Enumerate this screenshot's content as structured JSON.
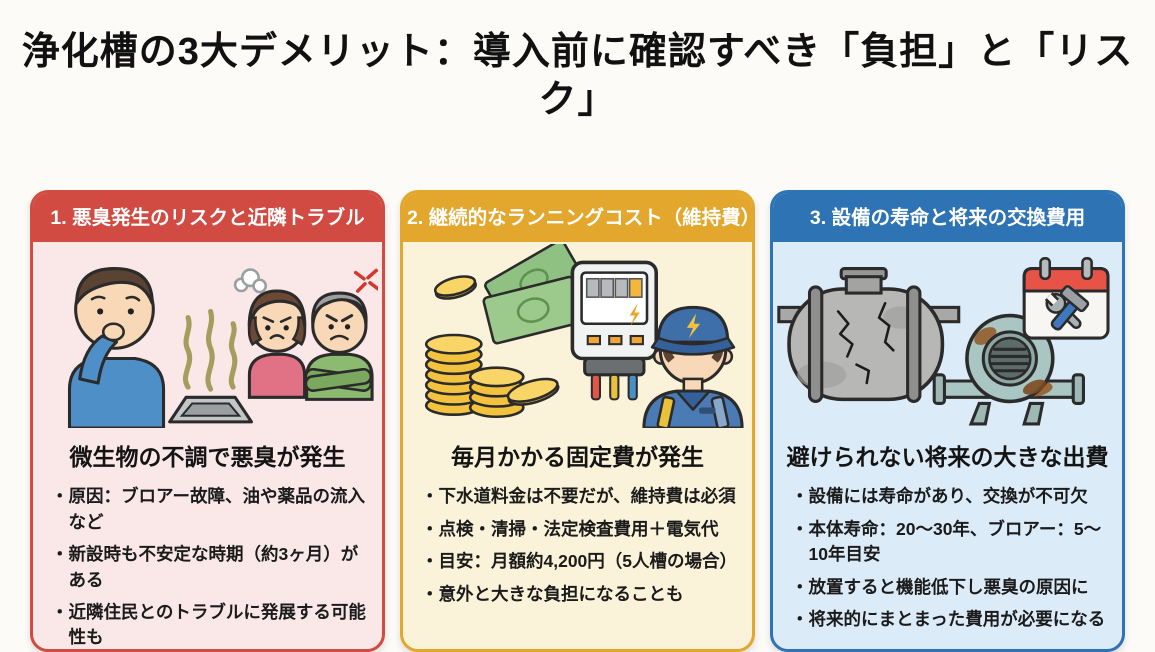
{
  "page": {
    "title": "浄化槽の3大デメリット：導入前に確認すべき「負担」と「リスク」",
    "background_color": "#fcfbf8",
    "title_color": "#111111"
  },
  "cards": [
    {
      "header": "1. 悪臭発生のリスクと近隣トラブル",
      "subtitle": "微生物の不調で悪臭が発生",
      "bullets": [
        "原因：ブロアー故障、油や薬品の流入など",
        "新設時も不安定な時期（約3ヶ月）がある",
        "近隣住民とのトラブルに発展する可能性も"
      ],
      "accent_color": "#d14b42",
      "body_color": "#f9e8e7",
      "illustration": "悪臭に鼻をつまむ男性・排水口からの臭気・怒る近隣住民"
    },
    {
      "header": "2. 継続的なランニングコスト（維持費）",
      "subtitle": "毎月かかる固定費が発生",
      "bullets": [
        "下水道料金は不要だが、維持費は必須",
        "点検・清掃・法定検査費用＋電気代",
        "目安：月額約4,200円（5人槽の場合）",
        "意外と大きな負担になることも"
      ],
      "accent_color": "#e2a72c",
      "body_color": "#faf3da",
      "illustration": "硬貨の山と紙幣・電気メーター・作業員"
    },
    {
      "header": "3. 設備の寿命と将来の交換費用",
      "subtitle": "避けられない将来の大きな出費",
      "bullets": [
        "設備には寿命があり、交換が不可欠",
        "本体寿命：20〜30年、ブロアー：5〜10年目安",
        "放置すると機能低下し悪臭の原因に",
        "将来的にまとまった費用が必要になる"
      ],
      "accent_color": "#2e73b4",
      "body_color": "#dcebf8",
      "illustration": "ひび割れた浄化槽タンク・錆びたブロアー・交換カレンダー"
    }
  ]
}
